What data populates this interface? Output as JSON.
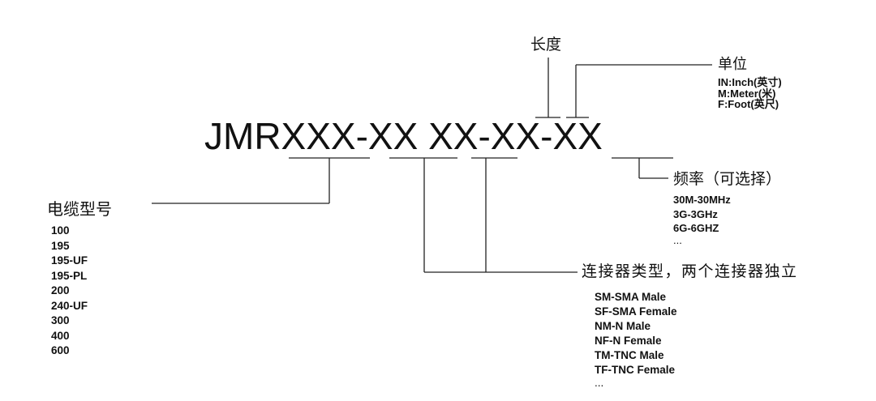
{
  "model_code": {
    "prefix": "JMR",
    "cable_part": "XXX",
    "sep1": "-",
    "conn1": "XX",
    "conn2": "XX",
    "sep2": "-",
    "length": "XX",
    "sep3": "-",
    "freq": "XX"
  },
  "length_label": "长度",
  "unit": {
    "title": "单位",
    "items": [
      "IN:Inch(英寸)",
      "M:Meter(米)",
      "F:Foot(英尺)"
    ]
  },
  "frequency": {
    "title": "频率（可选择）",
    "items": [
      "30M-30MHz",
      "3G-3GHz",
      "6G-6GHZ",
      "..."
    ]
  },
  "cable": {
    "title": "电缆型号",
    "items": [
      "100",
      "195",
      "195-UF",
      "195-PL",
      "200",
      "240-UF",
      "300",
      "400",
      "600"
    ]
  },
  "connector": {
    "title": "连接器类型，两个连接器独立",
    "items": [
      "SM-SMA Male",
      "SF-SMA Female",
      "NM-N Male",
      "NF-N Female",
      "TM-TNC Male",
      "TF-TNC Female",
      "..."
    ]
  }
}
